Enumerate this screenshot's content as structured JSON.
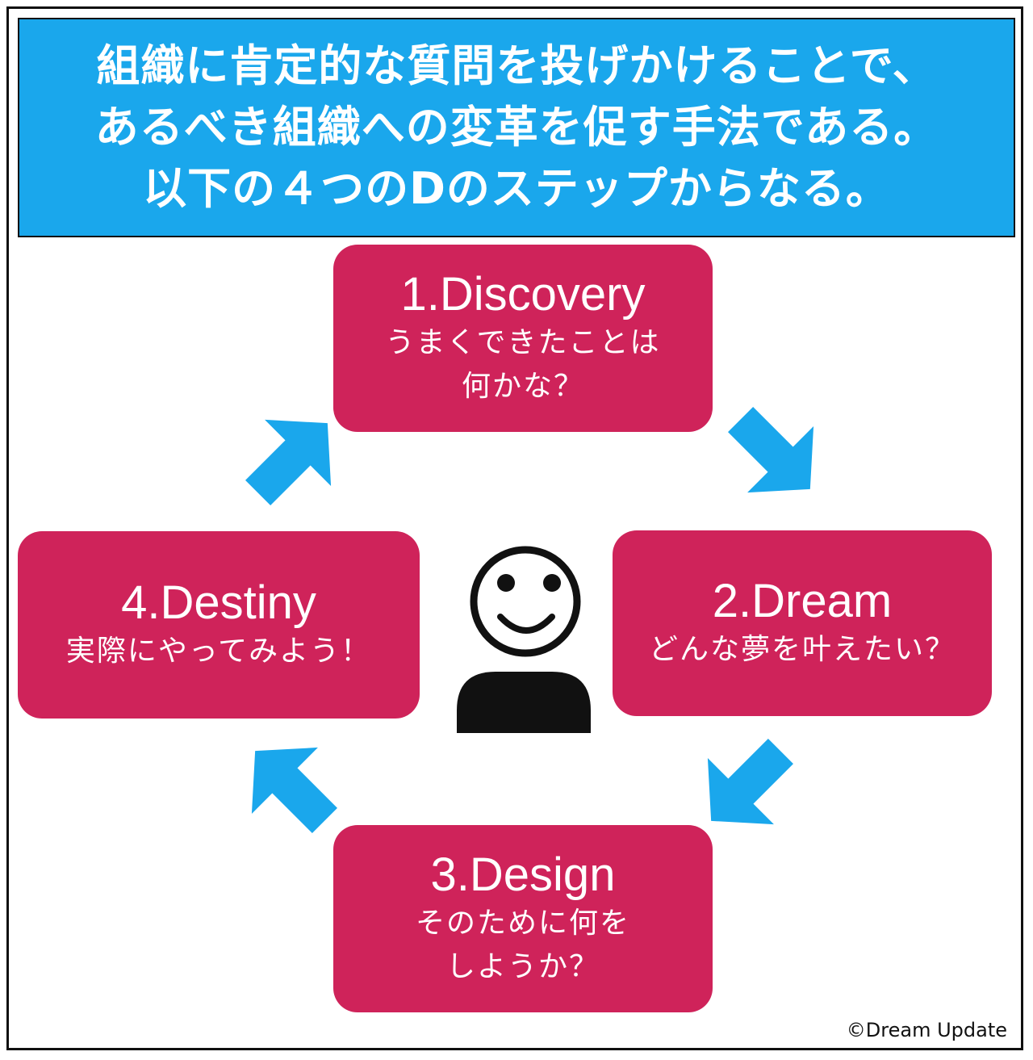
{
  "header": {
    "lines": [
      "組織に肯定的な質問を投げかけることで、",
      "あるべき組織への変革を促す手法である。",
      "以下の４つのDのステップからなる。"
    ]
  },
  "steps": [
    {
      "title": "1.Discovery",
      "sub1": "うまくできたことは",
      "sub2": "何かな？"
    },
    {
      "title": "2.Dream",
      "sub1": "どんな夢を叶えたい？",
      "sub2": ""
    },
    {
      "title": "3.Design",
      "sub1": "そのために何を",
      "sub2": "しようか？"
    },
    {
      "title": "4.Destiny",
      "sub1": "実際にやってみよう！",
      "sub2": ""
    }
  ],
  "icons": {
    "center": "person-smiley-icon",
    "arrows": [
      "arrow-down-right-icon",
      "arrow-down-left-icon",
      "arrow-up-left-icon",
      "arrow-up-right-icon"
    ]
  },
  "colors": {
    "banner": "#1aa7ec",
    "step_box": "#cf235a",
    "arrow": "#1aa7ec"
  },
  "footer": {
    "credit": "©Dream Update"
  }
}
